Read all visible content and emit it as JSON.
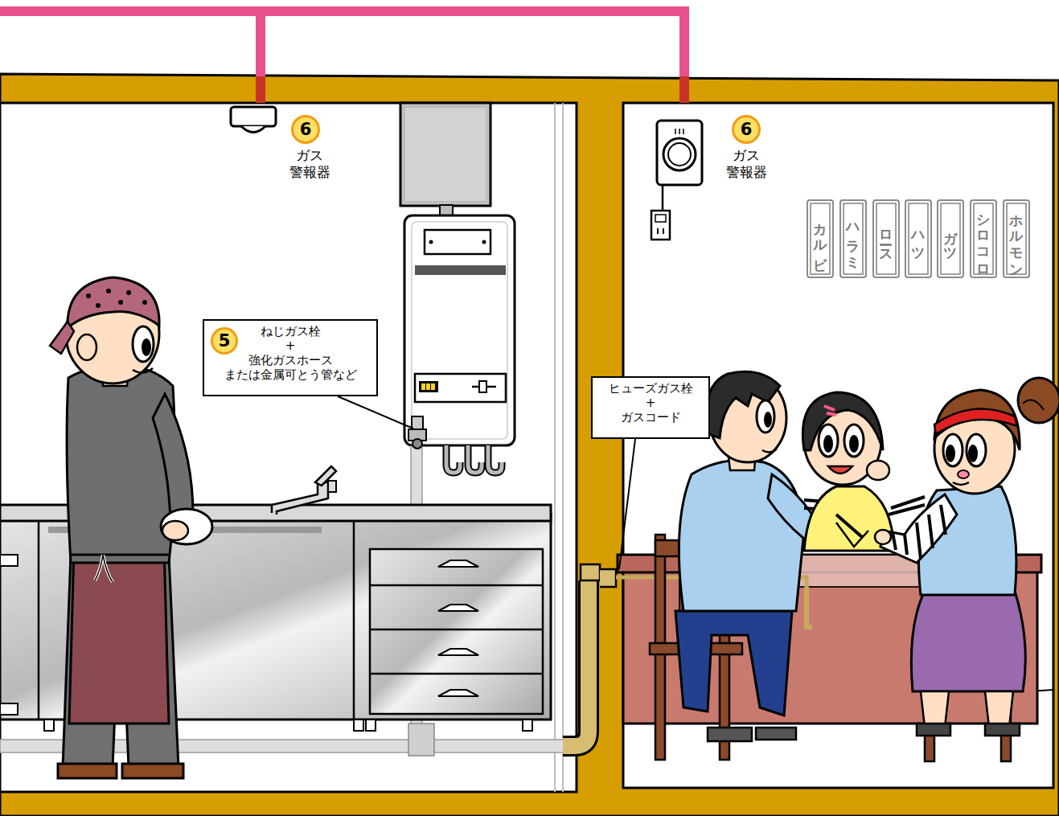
{
  "diagram": {
    "nodes": [
      {
        "text": [
          "カルビ"
        ]
      },
      {
        "text": [
          "ハラミ"
        ]
      },
      {
        "text": [
          "ロース"
        ]
      },
      {
        "text": [
          "ハツ"
        ]
      },
      {
        "text": [
          "ガツ"
        ]
      },
      {
        "text": [
          "シロコロ"
        ]
      },
      {
        "text": [
          "ホルモン"
        ]
      },
      {
        "text": [
          "ねじガス栓",
          "+",
          "強化ガスホース または金属可とう管など"
        ]
      },
      {
        "text": [
          "ヒューズガス栓",
          "+",
          "ガスコード"
        ]
      }
    ],
    "labels": [
      "6",
      "ガス 警報器",
      "6",
      "ガス 警報器",
      "5"
    ]
  }
}
